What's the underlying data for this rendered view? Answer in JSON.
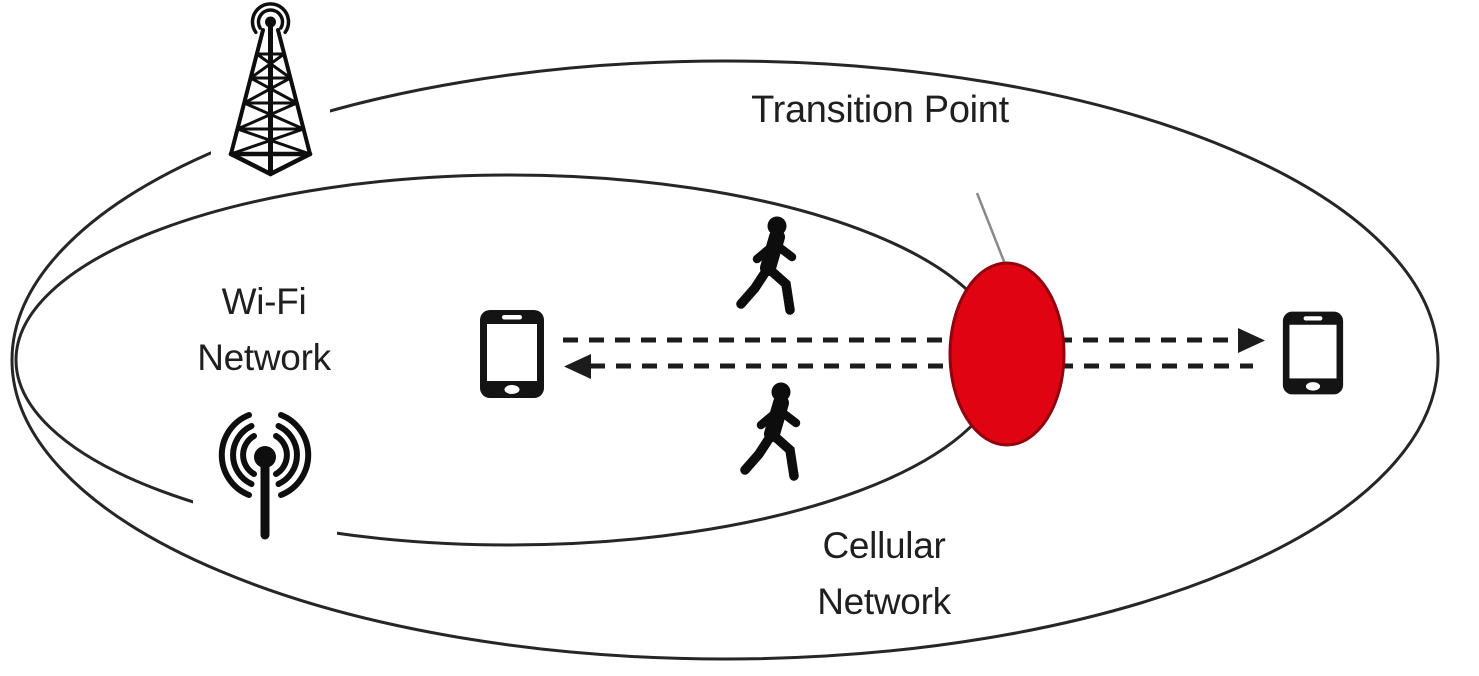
{
  "diagram": {
    "labels": {
      "transition_point": "Transition Point",
      "wifi": {
        "line1": "Wi-Fi",
        "line2": "Network"
      },
      "cellular": {
        "line1": "Cellular",
        "line2": "Network"
      }
    },
    "colors": {
      "transition_marker_fill": "#e00413",
      "transition_marker_stroke": "#90030f",
      "outline": "#262626"
    },
    "regions": [
      "Wi-Fi Network",
      "Cellular Network"
    ],
    "marker": "Transition Point",
    "icons": [
      "cell-tower-icon",
      "wifi-antenna-icon",
      "smartphone-icon (left)",
      "walking-person-icon (top)",
      "walking-person-icon (bottom)",
      "smartphone-icon (right)"
    ],
    "arrows": [
      {
        "from": "left smartphone",
        "to": "right smartphone",
        "direction": "right",
        "style": "dashed"
      },
      {
        "from": "right smartphone",
        "to": "left smartphone",
        "direction": "left",
        "style": "dashed"
      }
    ]
  }
}
